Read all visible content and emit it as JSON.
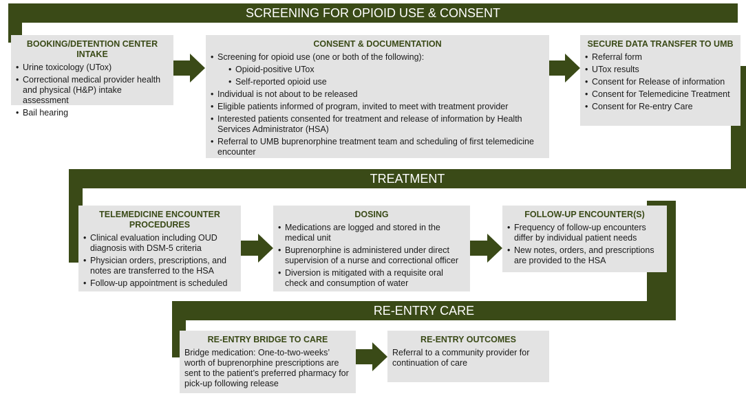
{
  "sections": {
    "screening": {
      "title": "SCREENING FOR OPIOID USE & CONSENT"
    },
    "treatment": {
      "title": "TREATMENT"
    },
    "reentry": {
      "title": "RE-ENTRY CARE"
    }
  },
  "boxes": {
    "intake": {
      "title": "BOOKING/DETENTION CENTER INTAKE",
      "items": [
        "Urine toxicology (UTox)",
        "Correctional medical provider health and physical (H&P) intake assessment",
        "Bail hearing"
      ]
    },
    "consent": {
      "title": "CONSENT & DOCUMENTATION",
      "items": [
        "Screening for opioid use (one or both of the following):",
        "Opioid-positive UTox",
        "Self-reported opioid use",
        "Individual is not about to be released",
        "Eligible  patients informed of program, invited to meet with treatment provider",
        "Interested patients consented for treatment and release of information by Health Services Administrator (HSA)",
        "Referral to UMB buprenorphine treatment team and scheduling of first telemedicine encounter"
      ]
    },
    "transfer": {
      "title": "SECURE DATA TRANSFER TO UMB",
      "items": [
        "Referral form",
        "UTox results",
        "Consent for Release of information",
        "Consent for Telemedicine Treatment",
        "Consent for Re-entry Care"
      ]
    },
    "telemed": {
      "title": "TELEMEDICINE ENCOUNTER PROCEDURES",
      "items": [
        "Clinical evaluation including OUD diagnosis with DSM-5 criteria",
        "Physician orders, prescriptions, and notes are transferred to the HSA",
        "Follow-up appointment is scheduled"
      ]
    },
    "dosing": {
      "title": "DOSING",
      "items": [
        "Medications are logged and stored in the medical unit",
        "Buprenorphine is administered under direct supervision of a nurse and correctional officer",
        "Diversion is mitigated with a requisite oral check and consumption of water"
      ]
    },
    "followup": {
      "title": "FOLLOW-UP ENCOUNTER(S)",
      "items": [
        "Frequency of follow-up encounters differ by individual patient needs",
        "New notes, orders, and prescriptions are provided to the HSA"
      ]
    },
    "bridge": {
      "title": "RE-ENTRY BRIDGE TO CARE",
      "text": "Bridge medication: One-to-two-weeks’ worth of buprenorphine prescriptions are sent to the patient’s preferred pharmacy for pick-up following release"
    },
    "outcomes": {
      "title": "RE-ENTRY OUTCOMES",
      "text": "Referral to a community provider for continuation of care"
    }
  },
  "colors": {
    "accent": "#3a4a17",
    "box_bg": "#e3e3e3"
  }
}
